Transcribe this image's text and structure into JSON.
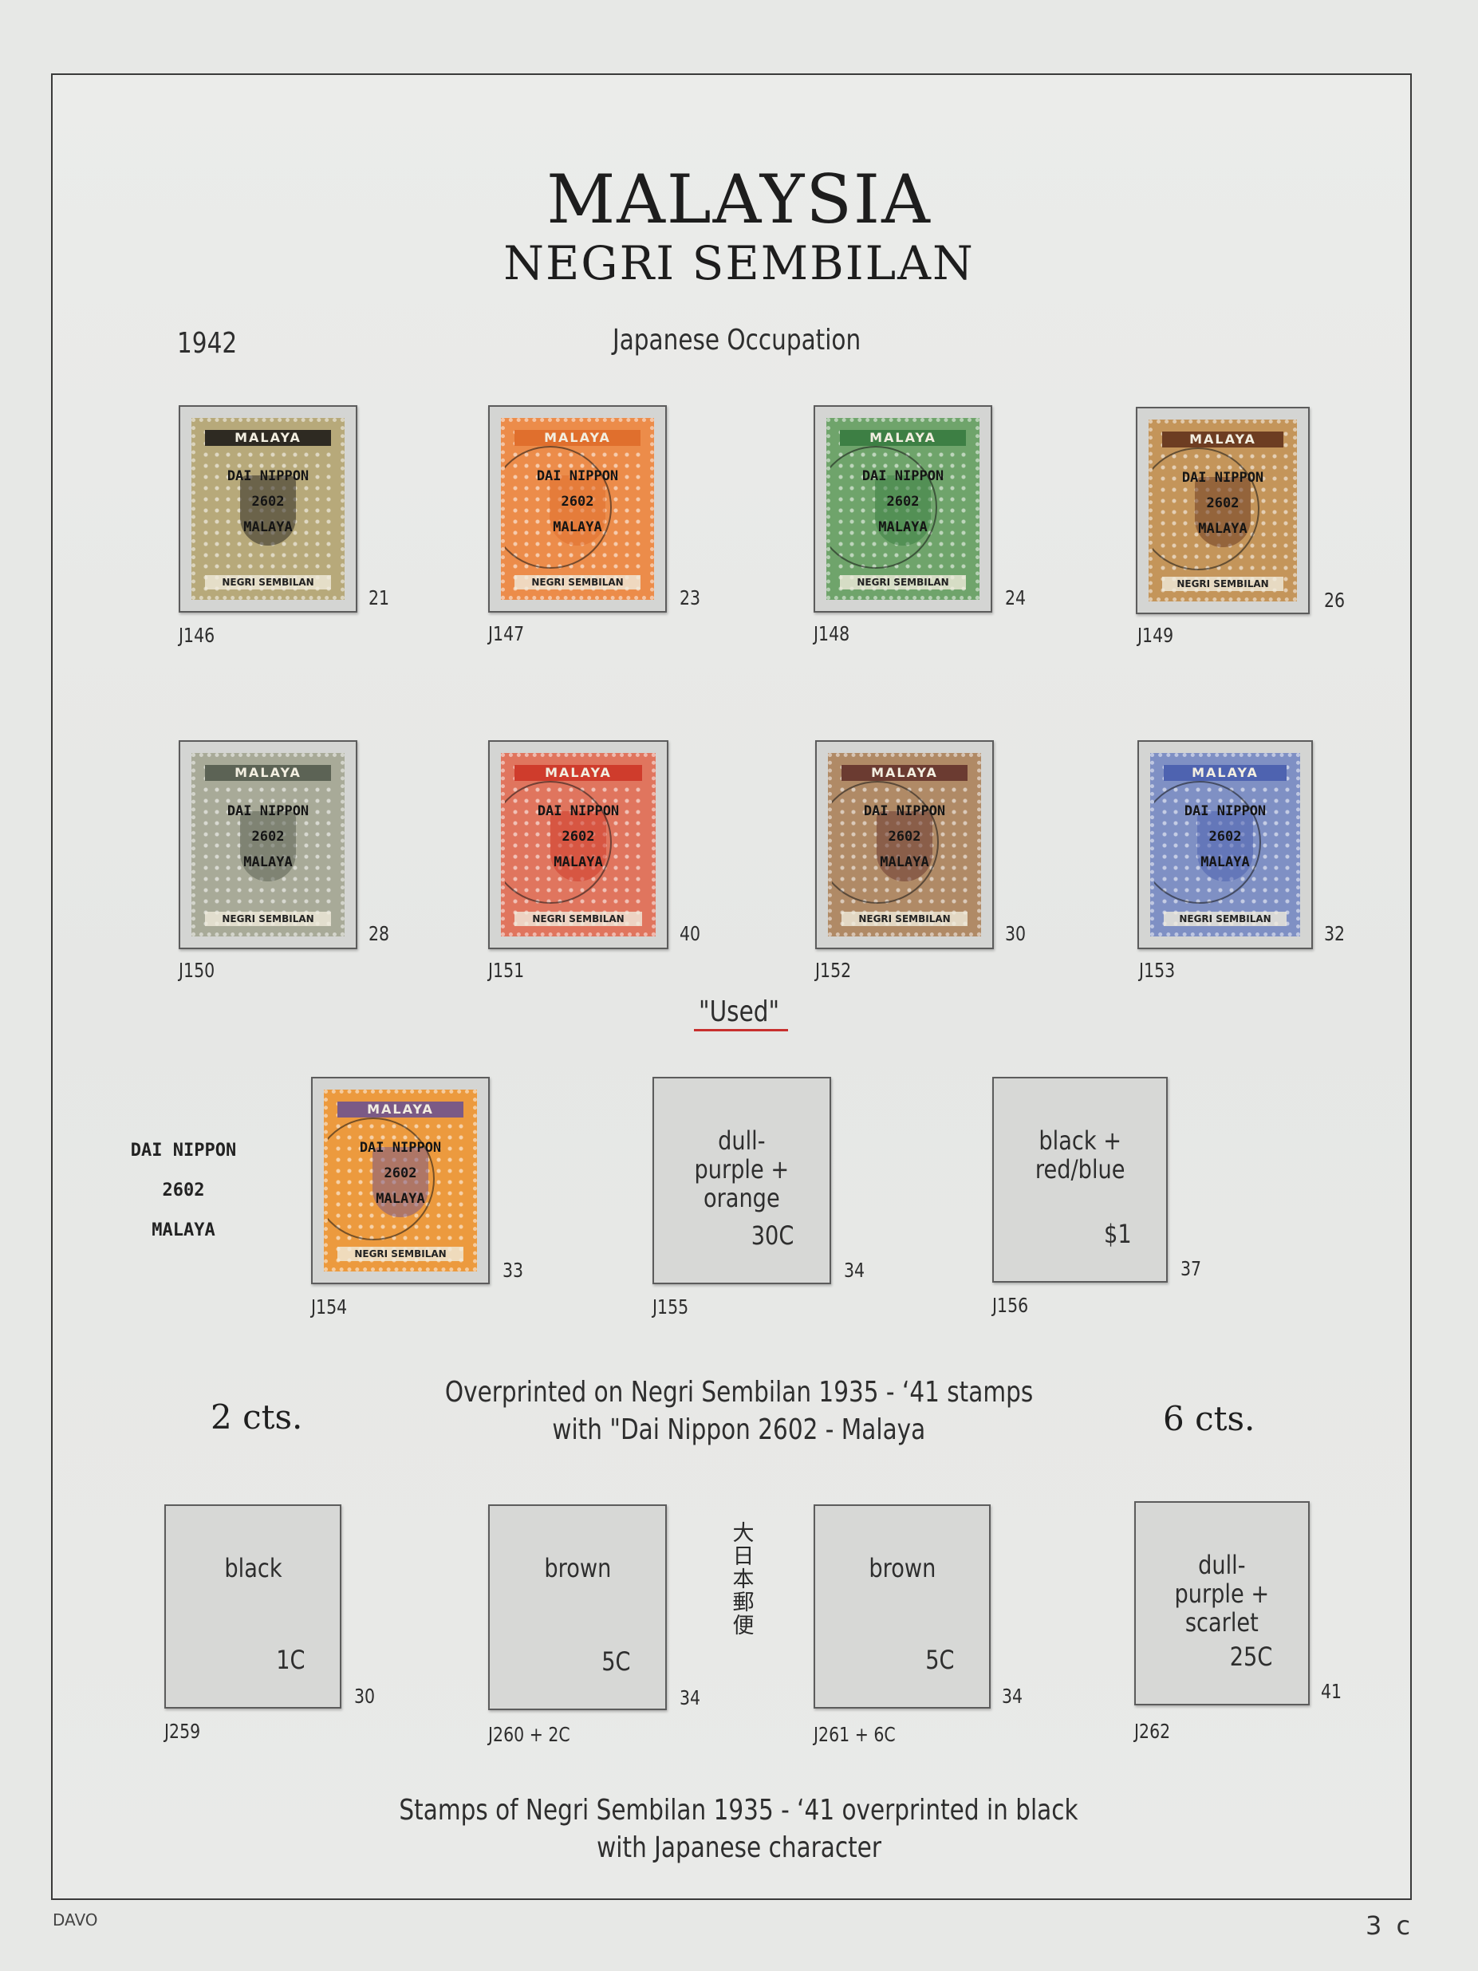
{
  "header": {
    "title": "MALAYSIA",
    "subtitle": "NEGRI SEMBILAN",
    "year": "1942",
    "section": "Japanese Occupation"
  },
  "row1": [
    {
      "catalog": "J146",
      "number": "21",
      "bar": "MALAYA",
      "overprint": [
        "DAI NIPPON",
        "2602",
        "MALAYA"
      ],
      "base": "NEGRI SEMBILAN",
      "color": "#b7a97a",
      "bar_color": "#2e2a22"
    },
    {
      "catalog": "J147",
      "number": "23",
      "bar": "MALAYA",
      "overprint": [
        "DAI NIPPON",
        "2602",
        "MALAYA"
      ],
      "base": "NEGRI SEMBILAN",
      "color": "#ec8c4a",
      "bar_color": "#e06f2d"
    },
    {
      "catalog": "J148",
      "number": "24",
      "bar": "MALAYA",
      "overprint": [
        "DAI NIPPON",
        "2602",
        "MALAYA"
      ],
      "base": "NEGRI SEMBILAN",
      "color": "#6fa46b",
      "bar_color": "#3d7f44"
    },
    {
      "catalog": "J149",
      "number": "26",
      "bar": "MALAYA",
      "overprint": [
        "DAI NIPPON",
        "2602",
        "MALAYA"
      ],
      "base": "NEGRI SEMBILAN",
      "color": "#c4955a",
      "bar_color": "#6d3d22"
    }
  ],
  "row2": [
    {
      "catalog": "J150",
      "number": "28",
      "bar": "MALAYA",
      "overprint": [
        "DAI NIPPON",
        "2602",
        "MALAYA"
      ],
      "base": "NEGRI SEMBILAN",
      "color": "#a8aa98",
      "bar_color": "#5c6355"
    },
    {
      "catalog": "J151",
      "number": "40",
      "bar": "MALAYA",
      "overprint": [
        "DAI NIPPON",
        "2602",
        "MALAYA"
      ],
      "base": "NEGRI SEMBILAN",
      "color": "#e0755e",
      "bar_color": "#cf3c2c"
    },
    {
      "catalog": "J152",
      "number": "30",
      "bar": "MALAYA",
      "overprint": [
        "DAI NIPPON",
        "2602",
        "MALAYA"
      ],
      "base": "NEGRI SEMBILAN",
      "color": "#b08a66",
      "bar_color": "#6b3b31"
    },
    {
      "catalog": "J153",
      "number": "32",
      "bar": "MALAYA",
      "overprint": [
        "DAI NIPPON",
        "2602",
        "MALAYA"
      ],
      "base": "NEGRI SEMBILAN",
      "color": "#7f90c4",
      "bar_color": "#4e63b0"
    }
  ],
  "used_label": "\"Used\"",
  "overprint_sample": [
    "DAI NIPPON",
    "2602",
    "MALAYA"
  ],
  "row3": {
    "stamp": {
      "catalog": "J154",
      "number": "33",
      "bar": "MALAYA",
      "overprint": [
        "DAI NIPPON",
        "2602",
        "MALAYA"
      ],
      "base": "NEGRI SEMBILAN",
      "color": "#ec9a3e",
      "bar_color": "#7b5a86"
    },
    "empty": [
      {
        "catalog": "J155",
        "number": "34",
        "desc": "dull-\npurple +\norange",
        "denom": "30C"
      },
      {
        "catalog": "J156",
        "number": "37",
        "desc": "black +\nred/blue",
        "denom": "$1"
      }
    ]
  },
  "note1": [
    "Overprinted on Negri Sembilan 1935 - ‘41 stamps",
    "with \"Dai Nippon 2602 - Malaya"
  ],
  "cts_left": "2 cts.",
  "cts_right": "6 cts.",
  "kanji": [
    "大",
    "日",
    "本",
    "郵",
    "便"
  ],
  "row4": [
    {
      "catalog": "J259",
      "number": "30",
      "desc": "black",
      "denom": "1C"
    },
    {
      "catalog": "J260 + 2C",
      "number": "34",
      "desc": "brown",
      "denom": "5C"
    },
    {
      "catalog": "J261 + 6C",
      "number": "34",
      "desc": "brown",
      "denom": "5C"
    },
    {
      "catalog": "J262",
      "number": "41",
      "desc": "dull-\npurple +\nscarlet",
      "denom": "25C"
    }
  ],
  "note2": [
    "Stamps of Negri Sembilan 1935 - ‘41 overprinted in black",
    "with Japanese character"
  ],
  "footer": {
    "publisher": "DAVO",
    "page": "3 c"
  }
}
